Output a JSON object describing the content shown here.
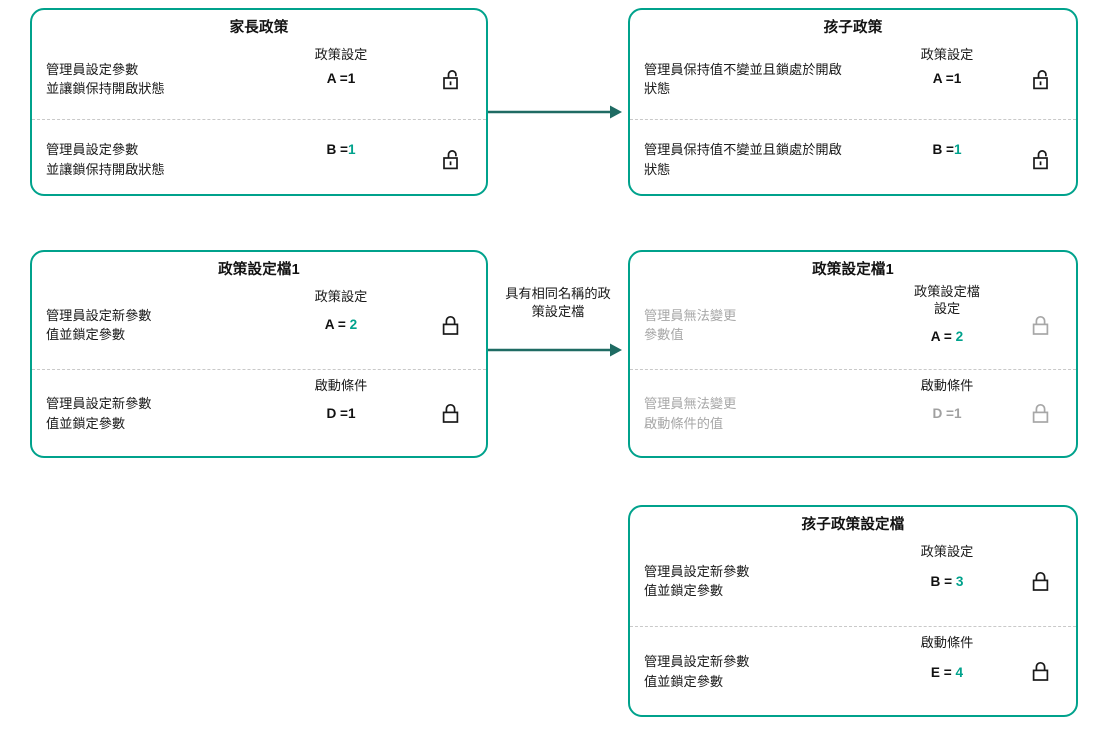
{
  "diagram": {
    "title_hidden": "",
    "accent_color": "#00a28c",
    "border_color": "#00a28c",
    "arrow_color": "#1f6b63",
    "muted_color": "#a7a7a7",
    "divider_color": "#c9c9c9"
  },
  "cards": [
    {
      "id": "parent-policy",
      "title": "家長政策",
      "rows": [
        {
          "desc": "管理員設定參數\n並讓鎖保持開啟狀態",
          "desc_muted": false,
          "header": "政策設定",
          "value_key": "A",
          "value_eq": "=",
          "value_num": "1",
          "value_num_accent": false,
          "value_muted": false,
          "lock": "unlock-icon",
          "lock_muted": false
        },
        {
          "desc": "管理員設定參數\n並讓鎖保持開啟狀態",
          "desc_muted": false,
          "header": "",
          "value_key": "B",
          "value_eq": "=",
          "value_num": "1",
          "value_num_accent": true,
          "value_muted": false,
          "lock": "unlock-icon",
          "lock_muted": false
        }
      ]
    },
    {
      "id": "child-policy",
      "title": "孩子政策",
      "rows": [
        {
          "desc": "管理員保持值不變並且鎖處於開啟\n狀態",
          "desc_muted": false,
          "header": "政策設定",
          "value_key": "A",
          "value_eq": "=",
          "value_num": "1",
          "value_num_accent": false,
          "value_muted": false,
          "lock": "unlock-icon",
          "lock_muted": false
        },
        {
          "desc": "管理員保持值不變並且鎖處於開啟\n狀態",
          "desc_muted": false,
          "header": "",
          "value_key": "B",
          "value_eq": "=",
          "value_num": "1",
          "value_num_accent": true,
          "value_muted": false,
          "lock": "unlock-icon",
          "lock_muted": false
        }
      ]
    },
    {
      "id": "policy-profile-1-left",
      "title": "政策設定檔1",
      "rows": [
        {
          "desc": "管理員設定新參數\n值並鎖定參數",
          "desc_muted": false,
          "header": "政策設定",
          "value_key": "A",
          "value_eq": "=",
          "value_num": "2",
          "value_num_accent": true,
          "value_muted": false,
          "lock": "lock-icon",
          "lock_muted": false
        },
        {
          "desc": "管理員設定新參數\n值並鎖定參數",
          "desc_muted": false,
          "header": "啟動條件",
          "value_key": "D",
          "value_eq": "=",
          "value_num": "1",
          "value_num_accent": false,
          "value_muted": false,
          "lock": "lock-icon",
          "lock_muted": false
        }
      ]
    },
    {
      "id": "policy-profile-1-right",
      "title": "政策設定檔1",
      "rows": [
        {
          "desc": "管理員無法變更\n參數值",
          "desc_muted": true,
          "header": "政策設定檔\n設定",
          "value_key": "A",
          "value_eq": "=",
          "value_num": "2",
          "value_num_accent": true,
          "value_muted": false,
          "lock": "lock-icon",
          "lock_muted": true
        },
        {
          "desc": "管理員無法變更\n啟動條件的值",
          "desc_muted": true,
          "header": "啟動條件",
          "value_key": "D",
          "value_eq": "=",
          "value_num": "1",
          "value_num_accent": false,
          "value_muted": true,
          "lock": "lock-icon",
          "lock_muted": true
        }
      ]
    },
    {
      "id": "child-policy-profile",
      "title": "孩子政策設定檔",
      "rows": [
        {
          "desc": "管理員設定新參數\n值並鎖定參數",
          "desc_muted": false,
          "header": "政策設定",
          "value_key": "B",
          "value_eq": "=",
          "value_num": "3",
          "value_num_accent": true,
          "value_muted": false,
          "lock": "lock-icon",
          "lock_muted": false
        },
        {
          "desc": "管理員設定新參數\n值並鎖定參數",
          "desc_muted": false,
          "header": "啟動條件",
          "value_key": "E",
          "value_eq": "=",
          "value_num": "4",
          "value_num_accent": true,
          "value_muted": false,
          "lock": "lock-icon",
          "lock_muted": false
        }
      ]
    }
  ],
  "arrows": [
    {
      "id": "arrow-policy",
      "label": ""
    },
    {
      "id": "arrow-profile",
      "label": "具有相同名稱的政\n策設定檔"
    }
  ]
}
